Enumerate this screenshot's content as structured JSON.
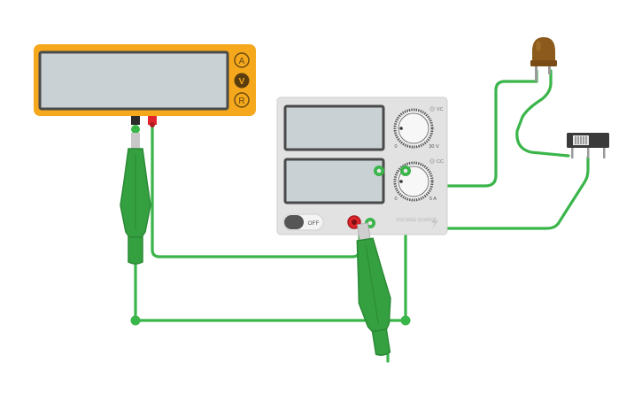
{
  "multimeter": {
    "modes": [
      {
        "label": "A",
        "active": false
      },
      {
        "label": "V",
        "active": true
      },
      {
        "label": "R",
        "active": false
      }
    ],
    "display_value": ""
  },
  "power_supply": {
    "vc_label": "VC",
    "cc_label": "CC",
    "voltage_dial": {
      "min_label": "0",
      "max_label": "30 V"
    },
    "current_dial": {
      "min_label": "0",
      "max_label": "5 A"
    },
    "power_switch_label": "OFF",
    "brand_text": "VOLTAGE SOURCE",
    "voltage_display": "",
    "current_display": ""
  },
  "colors": {
    "wire": "#3ab54a",
    "wire_dark": "#2a8a36",
    "clip": "#35a03f",
    "multimeter_body": "#f5a81c",
    "display_bg": "#c9d1d4",
    "led": "#8b5a1c",
    "probe_red": "#e0242b",
    "probe_black": "#2b2b2b"
  }
}
